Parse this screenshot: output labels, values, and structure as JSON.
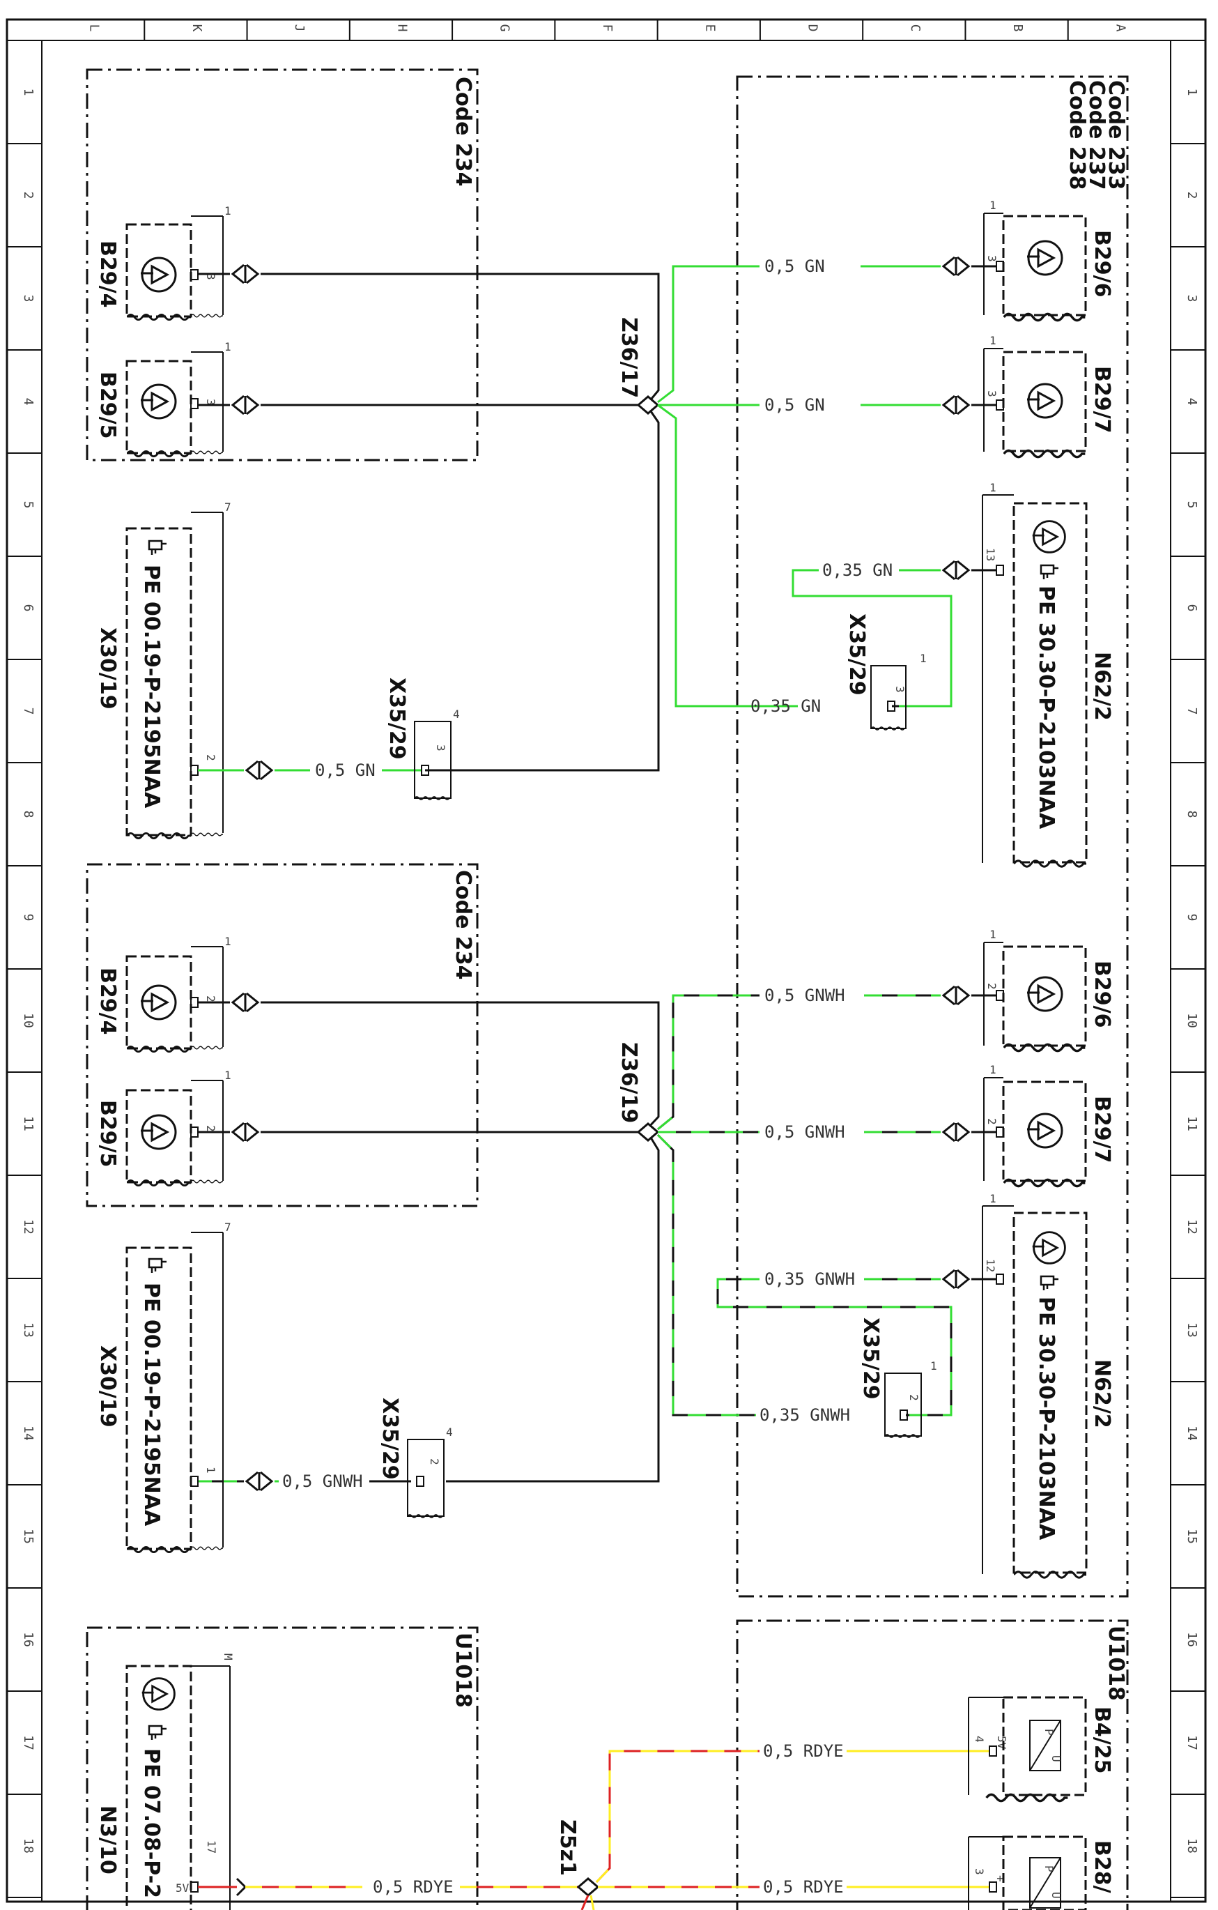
{
  "grid": {
    "top_letters": [
      "L",
      "K",
      "J",
      "H",
      "G",
      "F",
      "E",
      "D",
      "C",
      "B",
      "A"
    ],
    "row_numbers": [
      "1",
      "2",
      "3",
      "4",
      "5",
      "6",
      "7",
      "8",
      "9",
      "10",
      "11",
      "12",
      "13",
      "14",
      "15",
      "16",
      "17",
      "18"
    ]
  },
  "colors": {
    "gn": "#33dd33",
    "gnwh_dash": "#33dd33",
    "rd": "#dd2222",
    "ye": "#ffee22",
    "black": "#111111"
  },
  "blocks": {
    "code234_top": "Code 234",
    "code234_bottom": "Code 234",
    "code_right": [
      "Code 233",
      "Code 237",
      "Code 238"
    ],
    "u1018_left": "U1018",
    "u1018_right": "U1018"
  },
  "components": {
    "b29_4_top": {
      "id": "B29/4",
      "pin": "3",
      "ref": "1"
    },
    "b29_5_top": {
      "id": "B29/5",
      "pin": "3",
      "ref": "1"
    },
    "b29_6_top": {
      "id": "B29/6",
      "pin": "3",
      "ref": "1"
    },
    "b29_7_top": {
      "id": "B29/7",
      "pin": "3",
      "ref": "1"
    },
    "n62_2_top": {
      "id": "N62/2",
      "pe": "PE 30.30-P-2103NAA",
      "pin": "13",
      "ref": "1"
    },
    "x30_19_top": {
      "id": "X30/19",
      "pe": "PE 00.19-P-2195NAA",
      "pin": "2",
      "ref": "7"
    },
    "x35_29_top_left": {
      "id": "X35/29",
      "pin": "3",
      "ref": "4"
    },
    "x35_29_top_right": {
      "id": "X35/29",
      "pin": "3",
      "ref": "1"
    },
    "z36_17": {
      "id": "Z36/17"
    },
    "b29_4_bot": {
      "id": "B29/4",
      "pin": "2",
      "ref": "1"
    },
    "b29_5_bot": {
      "id": "B29/5",
      "pin": "2",
      "ref": "1"
    },
    "b29_6_bot": {
      "id": "B29/6",
      "pin": "2",
      "ref": "1"
    },
    "b29_7_bot": {
      "id": "B29/7",
      "pin": "2",
      "ref": "1"
    },
    "n62_2_bot": {
      "id": "N62/2",
      "pe": "PE 30.30-P-2103NAA",
      "pin": "12",
      "ref": "1"
    },
    "x30_19_bot": {
      "id": "X30/19",
      "pe": "PE 00.19-P-2195NAA",
      "pin": "1",
      "ref": "7"
    },
    "x35_29_bot_left": {
      "id": "X35/29",
      "pin": "2",
      "ref": "4"
    },
    "x35_29_bot_right": {
      "id": "X35/29",
      "pin": "2",
      "ref": "1"
    },
    "z36_19": {
      "id": "Z36/19"
    },
    "n3_10": {
      "id": "N3/10",
      "pe": "PE 07.08-P-2",
      "pin": "17",
      "ref": "M",
      "volt": "5V"
    },
    "b4_25": {
      "id": "B4/25",
      "pin": "4",
      "volt": "5V",
      "p": "P",
      "u": "U"
    },
    "b28": {
      "id": "B28/",
      "pin": "3",
      "sign": "+",
      "p": "P",
      "u": "U"
    },
    "z5z1": {
      "id": "Z5z1"
    }
  },
  "wires": {
    "gn_b29_6": "0,5 GN",
    "gn_b29_7": "0,5 GN",
    "gn_n62_top": "0,35 GN",
    "gn_x35_top": "0,35 GN",
    "gn_x30_top": "0,5 GN",
    "gnwh_b29_6": "0,5 GNWH",
    "gnwh_b29_7": "0,5 GNWH",
    "gnwh_n62_bot": "0,35 GNWH",
    "gnwh_x35_bot": "0,35 GNWH",
    "gnwh_x30_bot": "0,5 GNWH",
    "rdye_b4_25": "0,5 RDYE",
    "rdye_b28": "0,5 RDYE",
    "rdye_n3_10": "0,5 RDYE"
  }
}
